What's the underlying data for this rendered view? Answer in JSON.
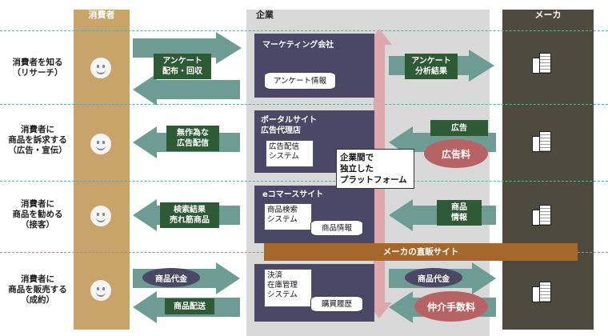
{
  "columns": {
    "consumer": "消費者",
    "company": "企業",
    "maker": "メーカ"
  },
  "rows": [
    {
      "label": "消費者を知る\n（リサーチ）"
    },
    {
      "label": "消費者に\n商品を訴求する\n（広告・宣伝）"
    },
    {
      "label": "消費者に\n商品を勧める\n（接客）"
    },
    {
      "label": "消費者に\n商品を販売する\n（成約）"
    }
  ],
  "left_arrows": {
    "research": "アンケート\n配布・回収",
    "ad": "無作為な\n広告配信",
    "search": "検索結果\n売れ筋商品",
    "payment": "商品代金",
    "delivery": "商品配送"
  },
  "companies": {
    "marketing": {
      "title": "マーケティング会社",
      "db": "アンケート情報"
    },
    "portal": {
      "title": "ポータルサイト\n広告代理店",
      "system": "広告配信\nシステム"
    },
    "ecommerce": {
      "title": "eコマースサイト",
      "system": "商品検索\nシステム",
      "db": "商品情報"
    },
    "settlement": {
      "system": "決済\n在庫管理\nシステム",
      "db": "購買履歴"
    }
  },
  "platform": "企業間で\n独立した\nプラットフォーム",
  "direct_site": "メーカの直販サイト",
  "right_arrows": {
    "survey_result": "アンケート\n分析結果",
    "ad": "広告",
    "ad_fee": "広告料",
    "product_info": "商品\n情報",
    "payment": "商品代金",
    "commission": "仲介手数料"
  },
  "colors": {
    "consumer_band": "#c8a46a",
    "company_band": "#d9d9d9",
    "maker_band": "#4e4a3e",
    "company_box": "#4a4866",
    "label_green": "#2e5a35",
    "arrow_green": "#6e9c94",
    "direct_bar": "#a5682a",
    "fee_ellipse": "#b86363",
    "platform_arrow": "#dca7ad"
  }
}
